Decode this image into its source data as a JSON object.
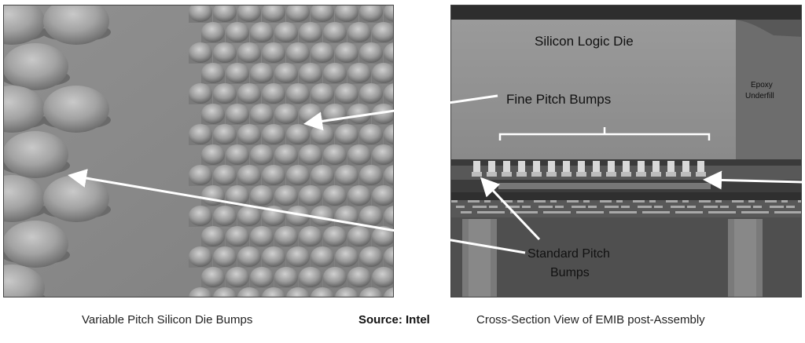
{
  "captions": {
    "left": "Variable Pitch Silicon Die Bumps",
    "source": "Source: Intel",
    "right": "Cross-Section View of  EMIB post-Assembly"
  },
  "labels": {
    "logic_die": "Silicon Logic Die",
    "fine_pitch": "Fine Pitch Bumps",
    "epoxy_line1": "Epoxy",
    "epoxy_line2": "Underfill",
    "standard_pitch_line1": "Standard Pitch",
    "standard_pitch_line2": "Bumps"
  },
  "colors": {
    "die": "#8f8f8f",
    "substrate": "#4a4a4a",
    "arrow": "#ffffff"
  }
}
